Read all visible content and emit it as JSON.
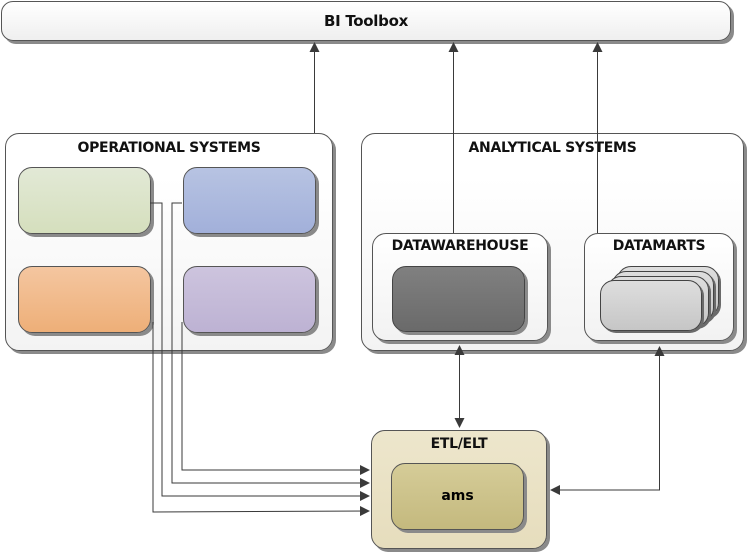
{
  "diagram": {
    "bi_toolbox": {
      "label": "BI Toolbox"
    },
    "operational_systems": {
      "label": "OPERATIONAL SYSTEMS",
      "systems": [
        {
          "name": "green-system",
          "color": "#d9e3c6"
        },
        {
          "name": "blue-system",
          "color": "#a9b6dd"
        },
        {
          "name": "orange-system",
          "color": "#f1ba8a"
        },
        {
          "name": "purple-system",
          "color": "#c5bbd8"
        }
      ]
    },
    "analytical_systems": {
      "label": "ANALYTICAL SYSTEMS",
      "datawarehouse": {
        "label": "DATAWAREHOUSE"
      },
      "datamarts": {
        "label": "DATAMARTS"
      }
    },
    "etl": {
      "label": "ETL/ELT",
      "inner_label": "ams"
    },
    "connections": [
      "OPERATIONAL SYSTEMS -> BI Toolbox",
      "DATAWAREHOUSE -> BI Toolbox",
      "DATAMARTS -> BI Toolbox",
      "green-system -> ETL/ELT",
      "blue-system -> ETL/ELT",
      "orange-system -> ETL/ELT",
      "purple-system -> ETL/ELT",
      "DATAWAREHOUSE <-> ETL/ELT",
      "ETL/ELT <-> DATAMARTS"
    ]
  }
}
